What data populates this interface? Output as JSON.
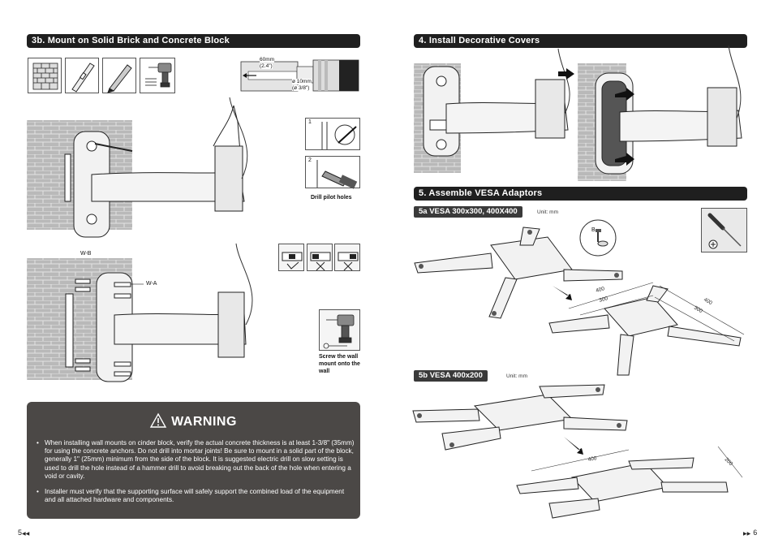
{
  "left_page": {
    "section_title": "3b. Mount on Solid Brick and Concrete Block",
    "tools": [
      {
        "icon": "brick-wall-icon"
      },
      {
        "icon": "level-icon"
      },
      {
        "icon": "pencil-icon"
      },
      {
        "icon": "drill-icon"
      }
    ],
    "drill_spec": {
      "depth_mm": "60mm",
      "depth_in": "(2.4\")",
      "diameter_mm": "ø 10mm",
      "diameter_in": "(ø 3/8\")"
    },
    "steps": [
      {
        "number": "1"
      },
      {
        "number": "2",
        "caption": "Drill pilot holes"
      }
    ],
    "hardware_labels": {
      "wb": "W-B",
      "wa": "W-A"
    },
    "screw_caption": "Screw the wall mount onto the wall",
    "warning": {
      "title": "WARNING",
      "items": [
        "When installing wall mounts on cinder block, verify the actual concrete thickness is at least 1-3/8\" (35mm) for using the concrete anchors. Do not drill into mortar joints! Be sure to mount in a solid part of the block, generally 1\" (25mm) minimum from the side of the block. It is suggested electric drill on slow setting is used to drill the hole instead of a hammer drill to avoid breaking out the back of the hole when entering a void or cavity.",
        "Installer must verify that the supporting surface will safely support the combined load of the equipment and all attached hardware and components."
      ]
    },
    "page_number": "5"
  },
  "right_page": {
    "section4_title": "4. Install Decorative Covers",
    "section5_title": "5. Assemble VESA Adaptors",
    "sub5a": "5a VESA 300x300, 400X400",
    "sub5b": "5b VESA 400x200",
    "unit_label": "Unit: mm",
    "screw_label": "B",
    "dims_5a": {
      "w1": "400",
      "w2": "300",
      "h1": "400",
      "h2": "300"
    },
    "dims_5b": {
      "w": "400",
      "h": "200"
    },
    "page_number": "6"
  }
}
